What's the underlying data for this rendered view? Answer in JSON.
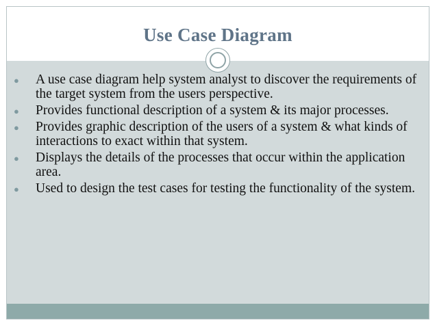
{
  "slide": {
    "title": "Use Case Diagram",
    "bullets": [
      "A use case diagram help system analyst to discover the  requirements of the target system from the users perspective.",
      "Provides functional description of a system & its major  processes.",
      "Provides graphic description of the users of a system &  what kinds of interactions to exact within that system.",
      "Displays the details of the processes that occur within  the application area.",
      "Used to design the test cases for testing the functionality of the system."
    ]
  },
  "theme": {
    "title_color": "#5f7488",
    "body_background": "#d2dadb",
    "footer_color": "#8eaaa9",
    "bullet_color": "#7f9aa0"
  }
}
